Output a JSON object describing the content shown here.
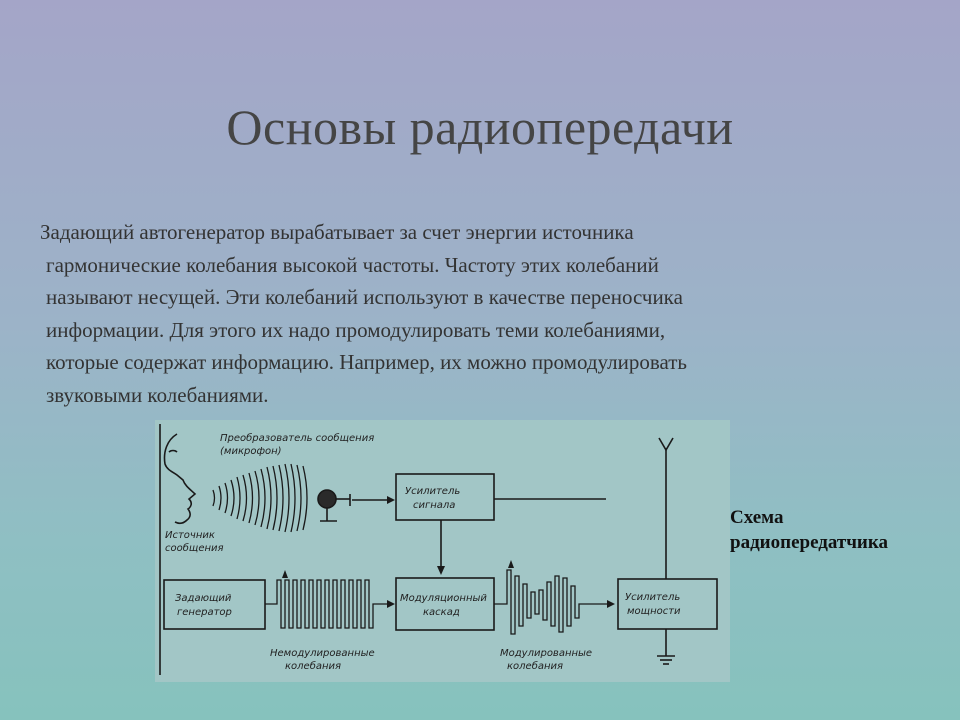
{
  "slide": {
    "title": "Основы радиопередачи",
    "paragraph_lines": [
      "Задающий автогенератор вырабатывает за счет энергии источника",
      "гармонические колебания высокой частоты. Частоту этих колебаний",
      "называют несущей. Эти колебаний используют в качестве переносчика",
      "информации. Для этого их надо промодулировать теми колебаниями,",
      "которые содержат информацию. Например, их можно промодулировать",
      "звуковыми колебаниями."
    ],
    "caption": {
      "line1": "Схема",
      "line2": "радиопередатчика"
    }
  },
  "diagram": {
    "transducer": [
      "Преобразователь сообщения",
      "(микрофон)"
    ],
    "source": [
      "Источник",
      "сообщения"
    ],
    "signal_amp": [
      "Усилитель",
      "сигнала"
    ],
    "master_osc": [
      "Задающий",
      "генератор"
    ],
    "modulator": [
      "Модуляционный",
      "каскад"
    ],
    "power_amp": [
      "Усилитель",
      "мощности"
    ],
    "unmodulated": [
      "Немодулированные",
      "колебания"
    ],
    "modulated": [
      "Модулированные",
      "колебания"
    ]
  }
}
